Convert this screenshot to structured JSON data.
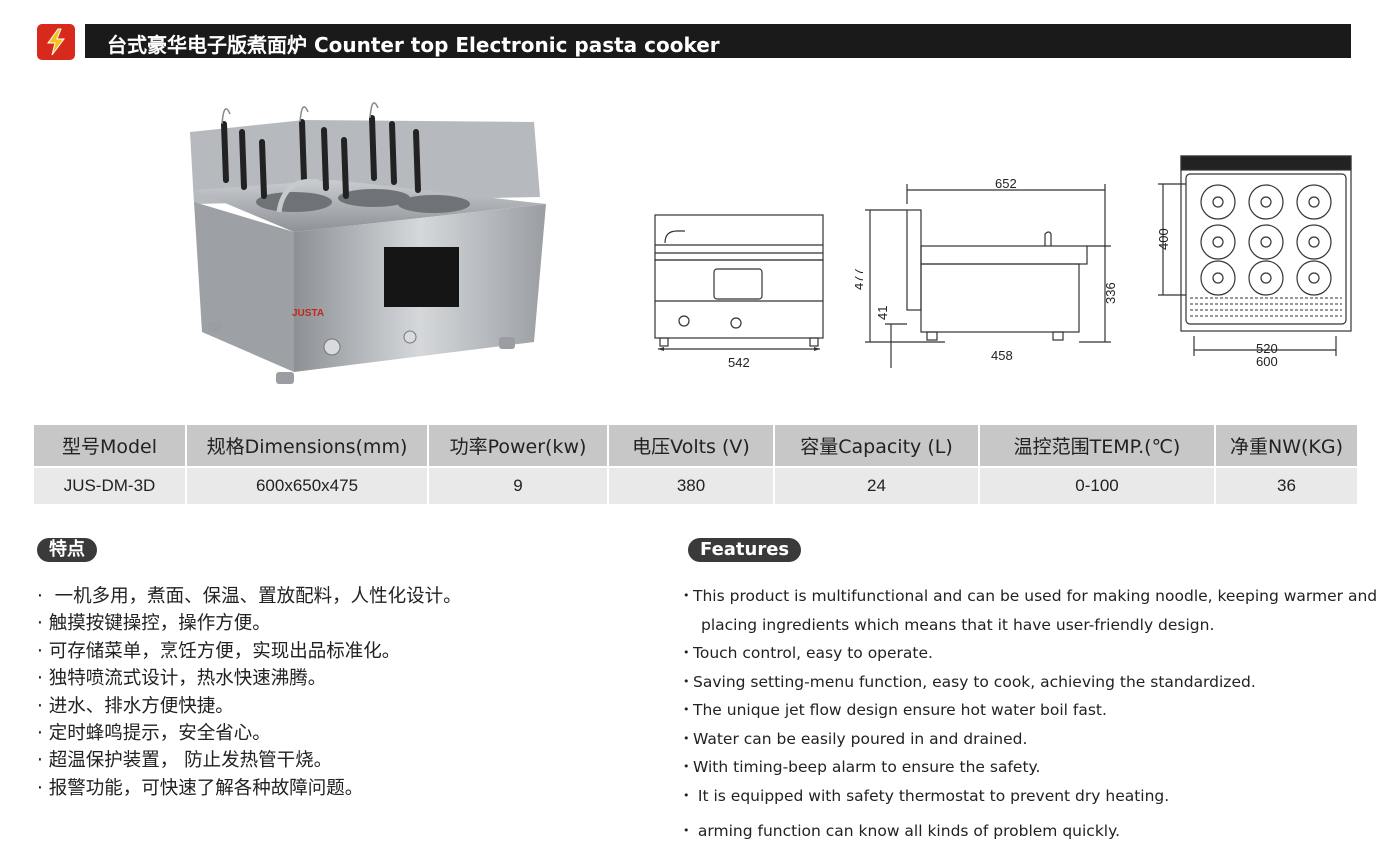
{
  "header": {
    "title": "台式豪华电子版煮面炉  Counter top Electronic pasta cooker",
    "brand_color": "#d8291d",
    "bar_color": "#1a1a1a",
    "logo_icon": "lightning-icon"
  },
  "product": {
    "brand_label": "JUSTA"
  },
  "drawings": {
    "front_width": "542",
    "side_top_width": "652",
    "side_height_total": "477",
    "side_height_body": "336",
    "side_foot_height": "41",
    "side_bottom_width": "458",
    "top_depth": "400",
    "top_inner_width": "520",
    "top_outer_width": "600"
  },
  "spec_table": {
    "headers": [
      "型号Model",
      "规格Dimensions(mm)",
      "功率Power(kw)",
      "电压Volts (V)",
      "容量Capacity (L)",
      "温控范围TEMP.(℃)",
      "净重NW(KG)"
    ],
    "rows": [
      [
        "JUS-DM-3D",
        "600x650x475",
        "9",
        "380",
        "24",
        "0-100",
        "36"
      ]
    ]
  },
  "features_cn": {
    "heading": "特点",
    "items": [
      " 一机多用，煮面、保温、置放配料，人性化设计。",
      "触摸按键操控，操作方便。",
      "可存储菜单，烹饪方便，实现出品标准化。",
      "独特喷流式设计，热水快速沸腾。",
      "进水、排水方便快捷。",
      "定时蜂鸣提示，安全省心。",
      "超温保护装置， 防止发热管干烧。",
      "报警功能，可快速了解各种故障问题。"
    ]
  },
  "features_en": {
    "heading": "Features",
    "items": [
      "This product is multifunctional and can be used for making noodle, keeping warmer and",
      "placing ingredients which means that it have user-friendly design.",
      "Touch control, easy to operate.",
      "Saving setting-menu function, easy to cook, achieving the standardized.",
      "The unique jet flow design ensure hot water boil fast.",
      "Water can be easily poured in and drained.",
      "With timing-beep alarm to ensure the safety.",
      " It is equipped with safety thermostat to prevent dry heating.",
      " arming function can know all kinds of problem quickly."
    ]
  }
}
